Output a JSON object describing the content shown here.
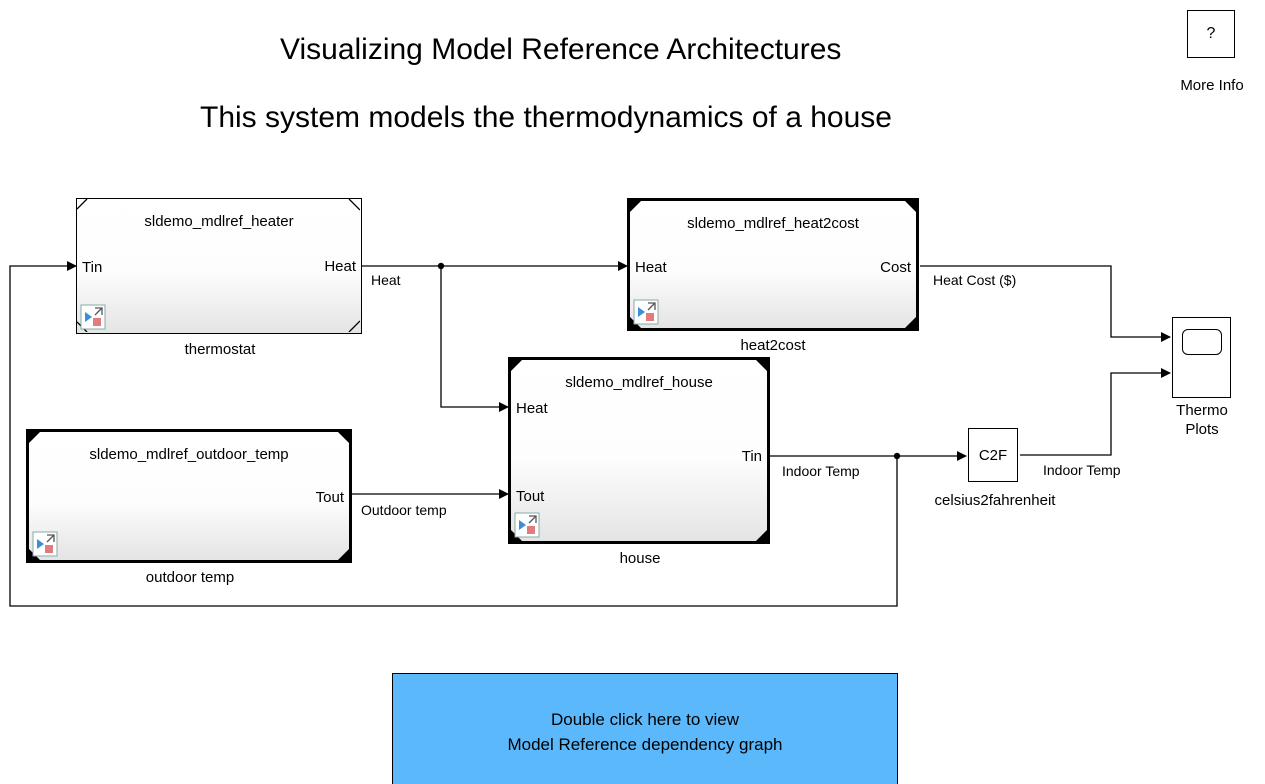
{
  "title": "Visualizing Model Reference Architectures",
  "subtitle": "This system models the thermodynamics of a house",
  "help": {
    "symbol": "?",
    "label": "More Info"
  },
  "blocks": {
    "thermostat": {
      "model": "sldemo_mdlref_heater",
      "in_port": "Tin",
      "out_port": "Heat",
      "name": "thermostat"
    },
    "heat2cost": {
      "model": "sldemo_mdlref_heat2cost",
      "in_port": "Heat",
      "out_port": "Cost",
      "name": "heat2cost"
    },
    "house": {
      "model": "sldemo_mdlref_house",
      "in_port_1": "Heat",
      "in_port_2": "Tout",
      "out_port": "Tin",
      "name": "house"
    },
    "outdoor_temp": {
      "model": "sldemo_mdlref_outdoor_temp",
      "out_port": "Tout",
      "name": "outdoor temp"
    },
    "c2f": {
      "text": "C2F",
      "name": "celsius2fahrenheit"
    },
    "scope": {
      "name_line1": "Thermo",
      "name_line2": "Plots"
    }
  },
  "signals": {
    "heat": "Heat",
    "heat_cost": "Heat Cost ($)",
    "indoor_temp": "Indoor Temp",
    "indoor_temp_f": "Indoor Temp",
    "outdoor_temp": "Outdoor temp"
  },
  "annotation": {
    "line1": "Double click here to view",
    "line2": "Model Reference dependency graph",
    "color": "#5bb8fb"
  },
  "icons": {
    "model_reference": "model-reference-icon",
    "scope": "scope-icon",
    "help": "help-icon"
  }
}
